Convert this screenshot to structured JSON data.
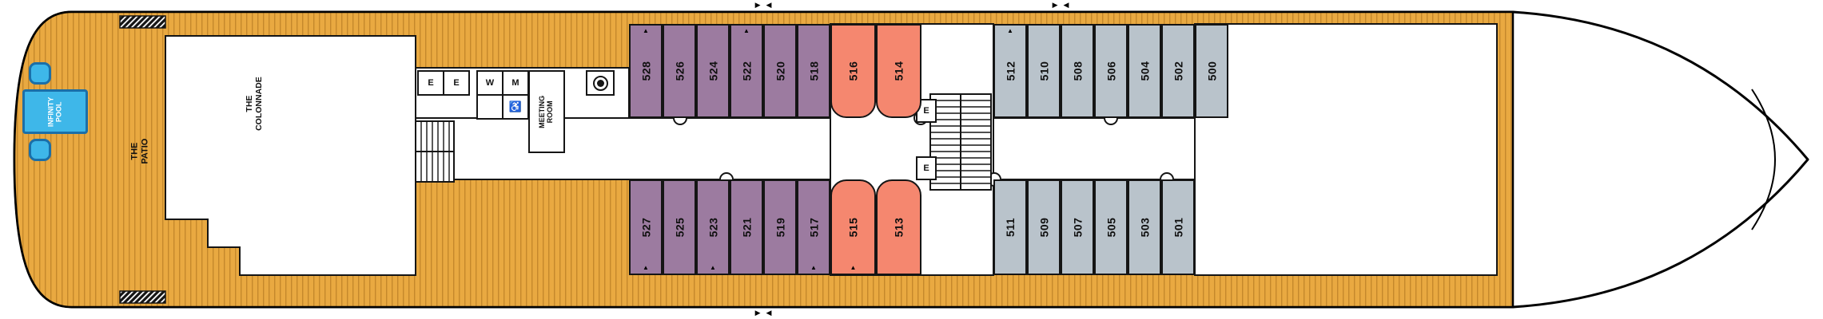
{
  "colors": {
    "deck_wood": "#E9A941",
    "deck_wood_stripe": "#C5882C",
    "cabin_purple": "#9C7BA0",
    "cabin_salmon": "#F5876F",
    "cabin_gray": "#B9C3CB",
    "pool_fill": "#3EB7E9",
    "pool_border": "#1B6FA8",
    "outline": "#151515"
  },
  "areas": {
    "patio_label": "THE\nPATIO",
    "infinity_pool_label": "INFINITY\nPOOL",
    "colonnade_label": "THE\nCOLONNADE",
    "meeting_room_label": "MEETING\nROOM",
    "elevator_label": "E",
    "womens_label": "W",
    "mens_label": "M",
    "accessible_symbol": "♿"
  },
  "symbols": {
    "cabin_marker": "▲",
    "adjoining_arrow_right": "▶",
    "adjoining_arrow_left": "◀"
  },
  "cabins": {
    "top": [
      {
        "num": "528",
        "marker": "▲"
      },
      {
        "num": "526",
        "marker": ""
      },
      {
        "num": "524",
        "marker": ""
      },
      {
        "num": "522",
        "marker": "▲"
      },
      {
        "num": "520",
        "marker": ""
      },
      {
        "num": "518",
        "marker": ""
      },
      {
        "num": "516",
        "marker": ""
      },
      {
        "num": "514",
        "marker": ""
      },
      {
        "num": "512",
        "marker": "▲"
      },
      {
        "num": "510",
        "marker": ""
      },
      {
        "num": "508",
        "marker": ""
      },
      {
        "num": "506",
        "marker": ""
      },
      {
        "num": "504",
        "marker": ""
      },
      {
        "num": "502",
        "marker": ""
      },
      {
        "num": "500",
        "marker": ""
      }
    ],
    "bottom": [
      {
        "num": "527",
        "marker": "▲"
      },
      {
        "num": "525",
        "marker": ""
      },
      {
        "num": "523",
        "marker": "▲"
      },
      {
        "num": "521",
        "marker": ""
      },
      {
        "num": "519",
        "marker": ""
      },
      {
        "num": "517",
        "marker": "▲"
      },
      {
        "num": "515",
        "marker": "▲"
      },
      {
        "num": "513",
        "marker": ""
      },
      {
        "num": "511",
        "marker": ""
      },
      {
        "num": "509",
        "marker": ""
      },
      {
        "num": "507",
        "marker": ""
      },
      {
        "num": "505",
        "marker": ""
      },
      {
        "num": "503",
        "marker": ""
      },
      {
        "num": "501",
        "marker": ""
      }
    ]
  }
}
